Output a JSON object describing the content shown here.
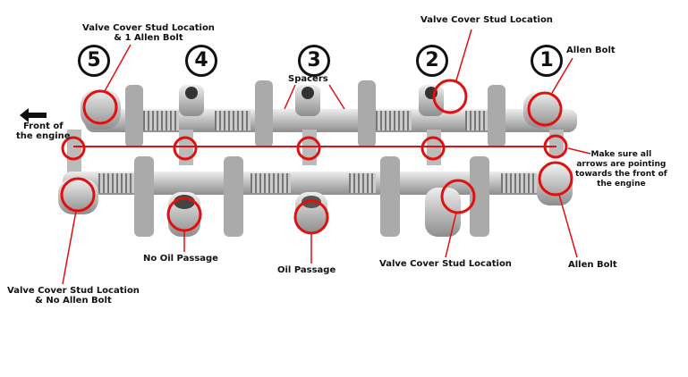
{
  "positions": [
    "5",
    "4",
    "3",
    "2",
    "1"
  ],
  "labels": {
    "top_left": [
      "Valve Cover Stud Location",
      "& 1 Allen Bolt"
    ],
    "top_right_stud": "Valve Cover Stud Location",
    "allen_bolt_top": "Allen Bolt",
    "spacers": "Spacers",
    "front": [
      "Front of",
      "the engine"
    ],
    "arrows_note": [
      "Make sure all",
      "arrows are pointing",
      "towards the front of",
      "the engine"
    ],
    "bottom_left": [
      "Valve Cover Stud Location",
      "& No Allen Bolt"
    ],
    "no_oil": "No Oil Passage",
    "oil": "Oil Passage",
    "bottom_stud": "Valve Cover Stud Location",
    "allen_bolt_bottom": "Allen Bolt"
  },
  "colors": {
    "annotation": "#e01010",
    "metal": "#c9c9c9"
  }
}
